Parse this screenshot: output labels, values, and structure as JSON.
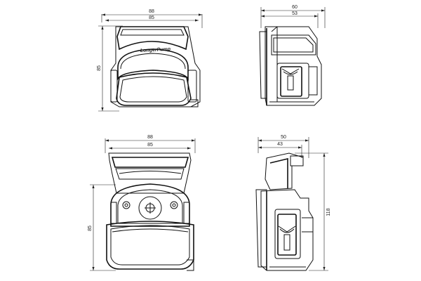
{
  "views": {
    "top_front": {
      "dim_width_outer": "88",
      "dim_width_inner": "85",
      "dim_height": "85",
      "logo_text": "LongerPump"
    },
    "top_side": {
      "dim_depth_outer": "60",
      "dim_depth_inner": "53"
    },
    "bottom_front": {
      "dim_width_outer": "88",
      "dim_width_inner": "85",
      "dim_height": "85"
    },
    "bottom_side": {
      "dim_depth_outer": "50",
      "dim_depth_inner": "43",
      "dim_height": "118"
    }
  }
}
